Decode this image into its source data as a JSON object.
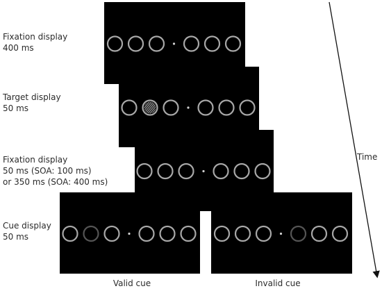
{
  "labels": {
    "fixation1": [
      "Fixation display",
      "400 ms"
    ],
    "target": [
      "Target display",
      "50 ms"
    ],
    "fixation2": [
      "Fixation display",
      "50 ms (SOA: 100 ms)",
      "or 350 ms (SOA: 400 ms)"
    ],
    "cue": [
      "Cue display",
      "50 ms"
    ]
  },
  "captions": {
    "valid": "Valid cue",
    "invalid": "Invalid cue"
  },
  "time_label": "Time",
  "colors": {
    "background": "#000000",
    "ring": "#a8a8a8",
    "cue_ring": "#555555",
    "target_fill": "#8c8c8c",
    "fixation_dot": "#cfcfcf"
  },
  "displays": [
    {
      "id": "fixation1",
      "special": []
    },
    {
      "id": "target",
      "special": [
        {
          "slot": 1,
          "kind": "target"
        }
      ]
    },
    {
      "id": "fixation2",
      "special": []
    },
    {
      "id": "cue-valid",
      "special": [
        {
          "slot": 1,
          "kind": "cue"
        }
      ]
    },
    {
      "id": "cue-invalid",
      "special": [
        {
          "slot": 3,
          "kind": "cue"
        }
      ]
    }
  ]
}
